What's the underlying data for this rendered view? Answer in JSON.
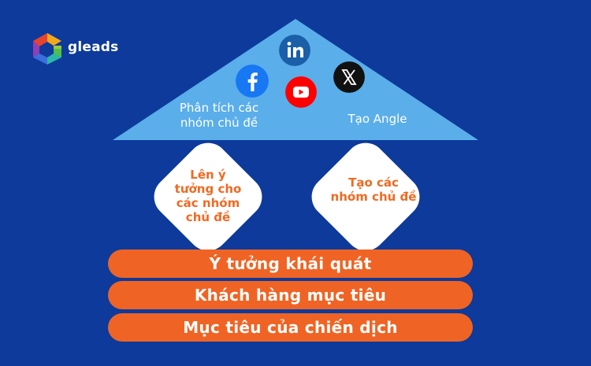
{
  "brand": {
    "name": "gleads"
  },
  "roof": {
    "left_label": "Phân tích các nhóm chủ đề",
    "right_label": "Tạo Angle",
    "icons": [
      "linkedin-icon",
      "facebook-icon",
      "youtube-icon",
      "x-icon"
    ]
  },
  "pillars": [
    {
      "label": "Lên ý tưởng cho các nhóm chủ đề"
    },
    {
      "label": "Tạo các nhóm chủ đề"
    }
  ],
  "foundation": [
    {
      "label": "Ý tưởng khái quát"
    },
    {
      "label": "Khách hàng mục tiêu"
    },
    {
      "label": "Mục tiêu của chiến dịch"
    }
  ],
  "colors": {
    "background": "#0d3a9b",
    "roof": "#5aaeea",
    "bar": "#ef6424",
    "pillar_text": "#ef6a22"
  }
}
